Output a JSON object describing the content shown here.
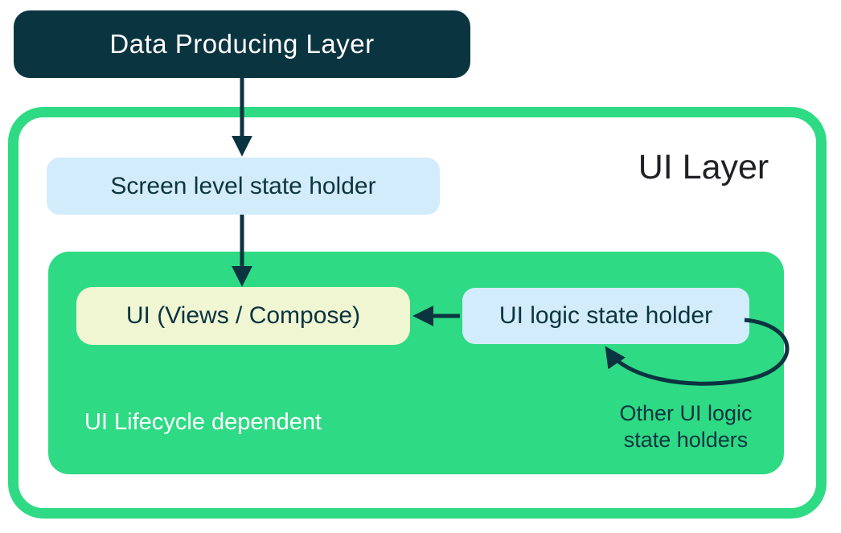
{
  "diagram_type": "architecture-flow",
  "colors": {
    "navy": "#0b3441",
    "green": "#2eda84",
    "light_blue": "#d3ecfb",
    "cream": "#f0f5d2",
    "title_black": "#202124",
    "white": "#ffffff"
  },
  "nodes": {
    "data_producing_layer": {
      "label": "Data Producing Layer"
    },
    "ui_layer": {
      "label": "UI Layer"
    },
    "screen_state_holder": {
      "label": "Screen level state holder"
    },
    "ui_views_compose": {
      "label": "UI (Views / Compose)"
    },
    "ui_logic_state_holder": {
      "label": "UI logic state holder"
    },
    "ui_lifecycle_note": {
      "label": "UI Lifecycle dependent"
    },
    "other_ui_logic_state_holders": {
      "label": "Other UI logic state holders"
    }
  },
  "edges": [
    {
      "from": "data_producing_layer",
      "to": "screen_state_holder",
      "style": "straight-down"
    },
    {
      "from": "screen_state_holder",
      "to": "ui_views_compose",
      "style": "straight-down"
    },
    {
      "from": "ui_logic_state_holder",
      "to": "ui_views_compose",
      "style": "straight-left"
    },
    {
      "from": "other_ui_logic_state_holders",
      "to": "ui_logic_state_holder",
      "style": "curved-loop"
    }
  ]
}
